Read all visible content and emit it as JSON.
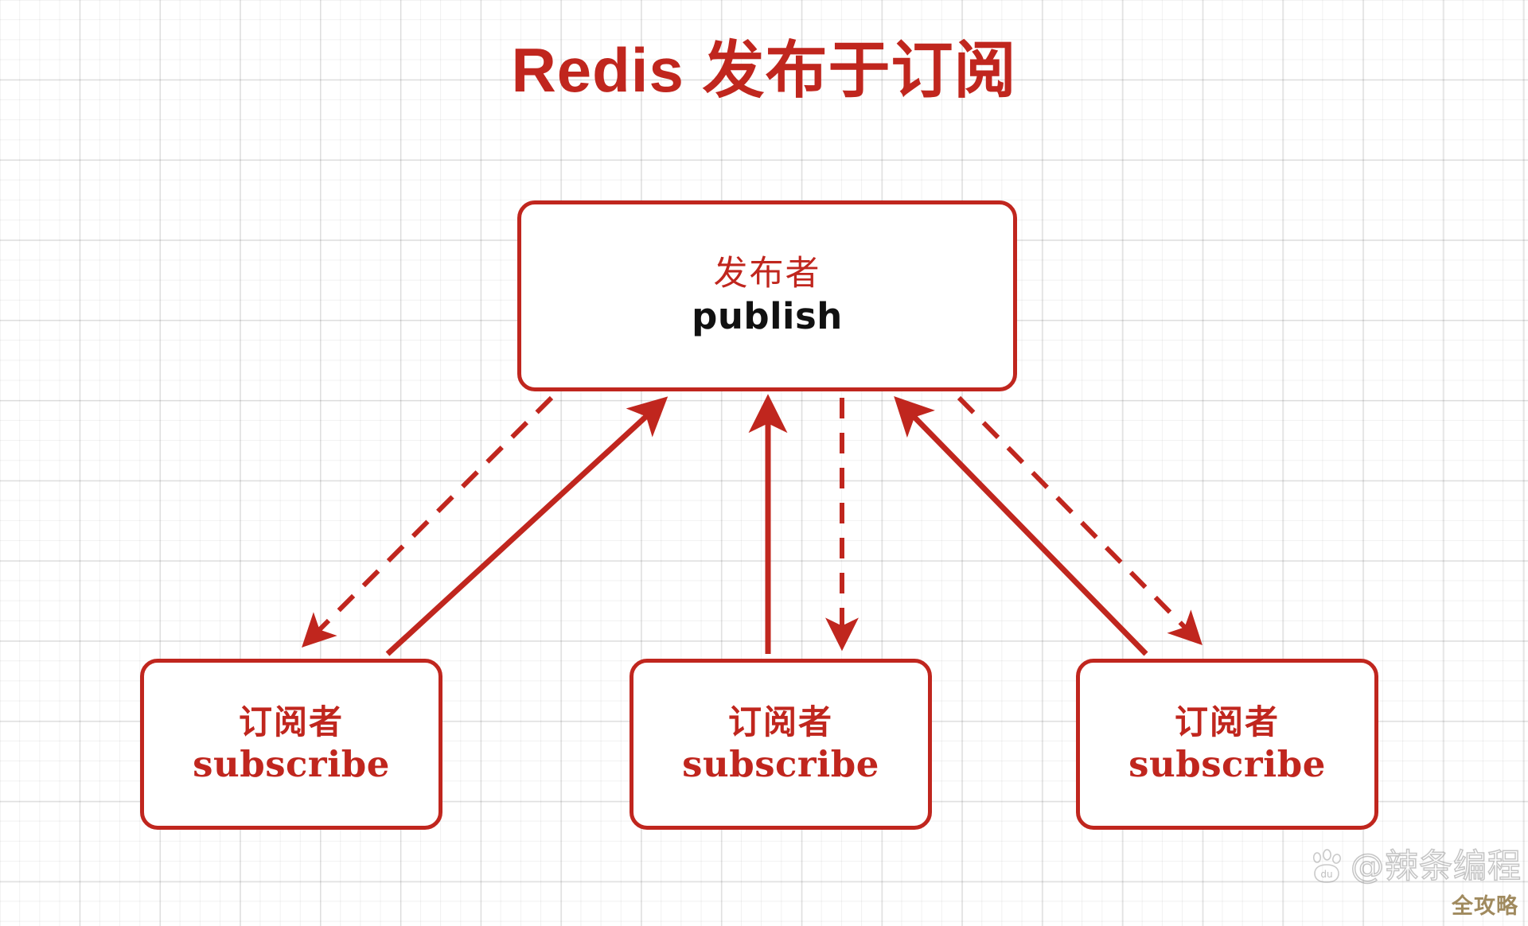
{
  "title": "Redis 发布于订阅",
  "theme": {
    "accent_red": "#c0261e",
    "publish_text": "#111111",
    "grid_line": "#e3e3e3",
    "background": "#ffffff",
    "watermark_gold": "#a08a5e"
  },
  "diagram": {
    "type": "pub-sub flow",
    "publisher": {
      "cn": "发布者",
      "en": "publish"
    },
    "subscribers": [
      {
        "cn": "订阅者",
        "en": "subscribe"
      },
      {
        "cn": "订阅者",
        "en": "subscribe"
      },
      {
        "cn": "订阅者",
        "en": "subscribe"
      }
    ],
    "edges": [
      {
        "from": "publisher",
        "to": "subscriber-1",
        "style": "dashed",
        "direction": "down"
      },
      {
        "from": "subscriber-1",
        "to": "publisher",
        "style": "solid",
        "direction": "up"
      },
      {
        "from": "publisher",
        "to": "subscriber-2",
        "style": "dashed",
        "direction": "down"
      },
      {
        "from": "subscriber-2",
        "to": "publisher",
        "style": "solid",
        "direction": "up"
      },
      {
        "from": "publisher",
        "to": "subscriber-3",
        "style": "dashed",
        "direction": "down"
      },
      {
        "from": "subscriber-3",
        "to": "publisher",
        "style": "solid",
        "direction": "up"
      }
    ]
  },
  "watermark": {
    "logo": "baidu-paw-du",
    "handle": "@辣条编程",
    "tagline": "全攻略"
  }
}
